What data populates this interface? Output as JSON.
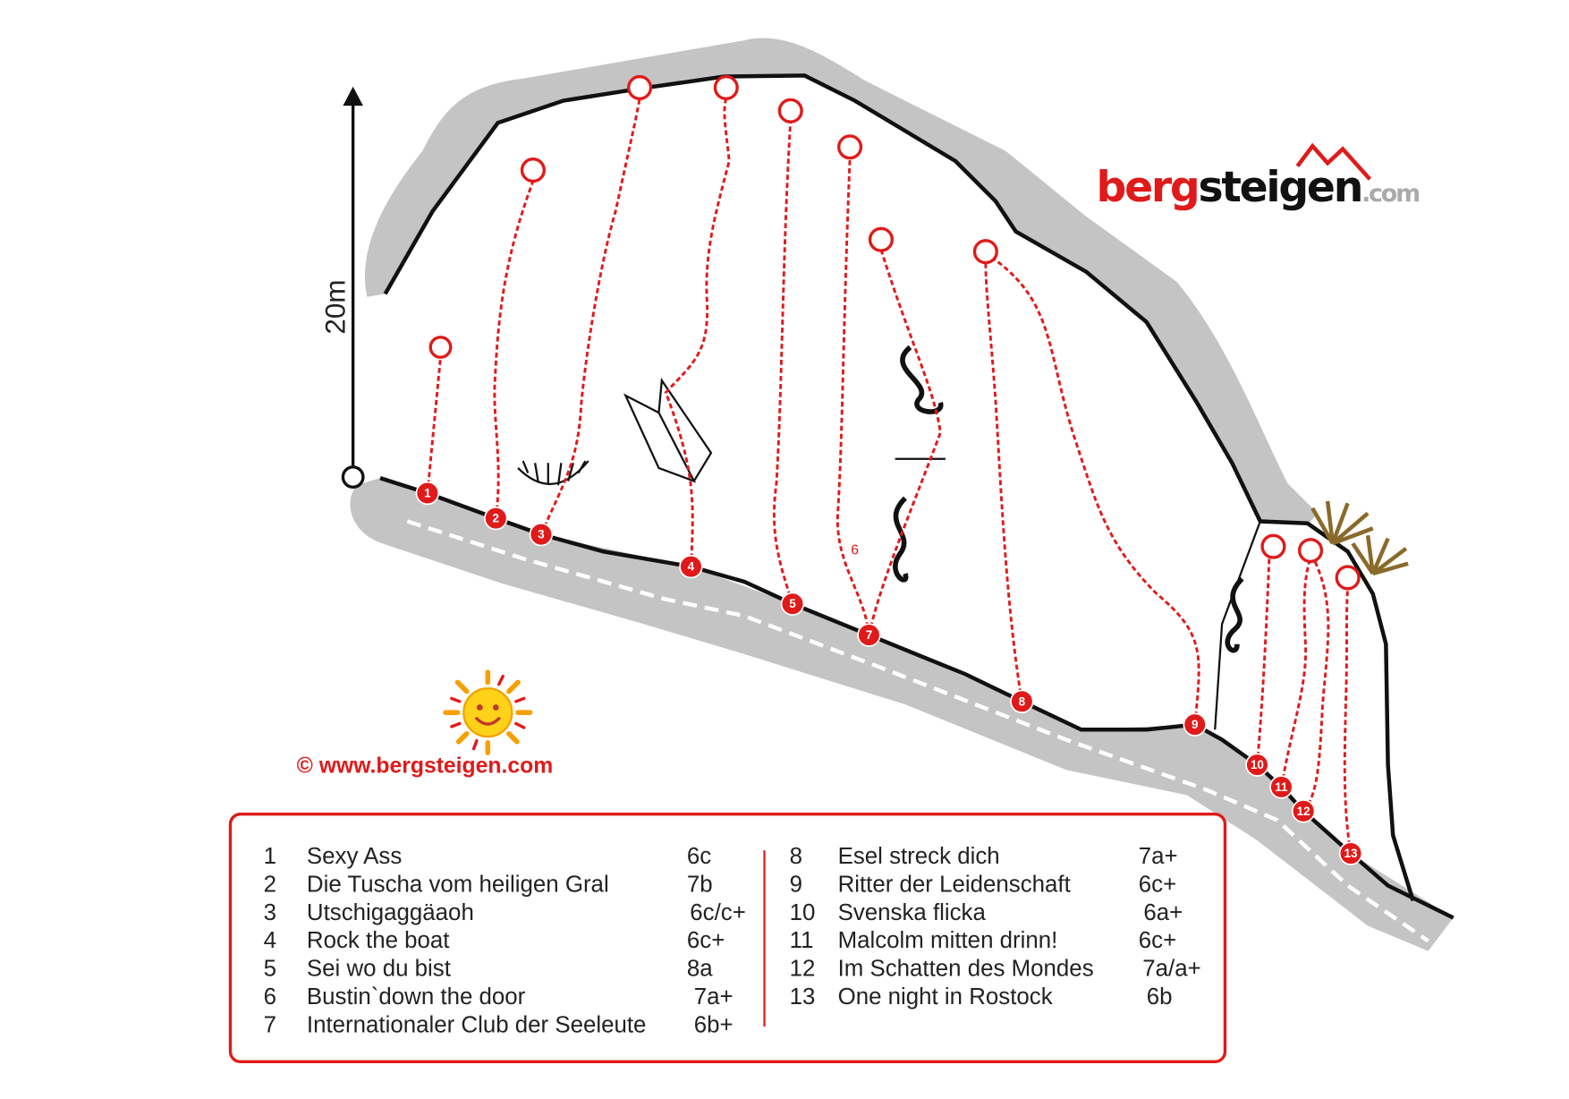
{
  "scale_label": "20m",
  "copyright": "©  www.bergsteigen.com",
  "logo": {
    "part1": "berg",
    "part2": "steigen",
    "suffix": ".com"
  },
  "colors": {
    "red": "#e01a1a",
    "rock": "#c4c4c4",
    "line": "#111111"
  },
  "extra_marker": "6",
  "routes": [
    {
      "n": "1",
      "name": "Sexy Ass",
      "grade": "6c"
    },
    {
      "n": "2",
      "name": "Die Tuscha vom heiligen Gral",
      "grade": "7b"
    },
    {
      "n": "3",
      "name": "Utschigaggäaoh",
      "grade": "6c/c+"
    },
    {
      "n": "4",
      "name": "Rock the boat",
      "grade": "6c+"
    },
    {
      "n": "5",
      "name": "Sei wo du bist",
      "grade": "8a"
    },
    {
      "n": "6",
      "name": "Bustin`down the door",
      "grade": "7a+"
    },
    {
      "n": "7",
      "name": "Internationaler Club der Seeleute",
      "grade": "6b+"
    },
    {
      "n": "8",
      "name": "Esel streck dich",
      "grade": "7a+"
    },
    {
      "n": "9",
      "name": "Ritter der Leidenschaft",
      "grade": "6c+"
    },
    {
      "n": "10",
      "name": "Svenska flicka",
      "grade": "6a+"
    },
    {
      "n": "11",
      "name": "Malcolm mitten drinn!",
      "grade": "6c+"
    },
    {
      "n": "12",
      "name": "Im Schatten des Mondes",
      "grade": "7a/a+"
    },
    {
      "n": "13",
      "name": "One night in Rostock",
      "grade": "6b"
    }
  ]
}
